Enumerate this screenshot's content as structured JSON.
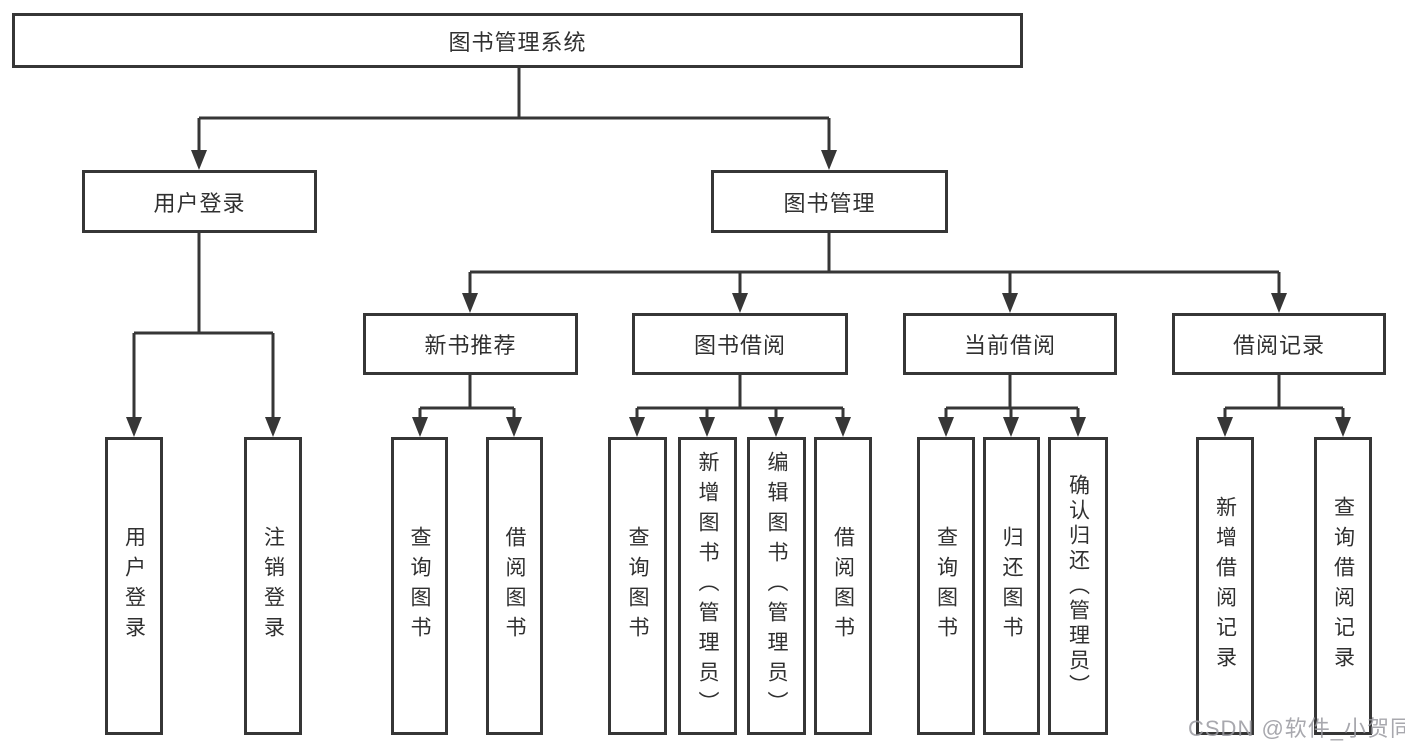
{
  "tree": {
    "root": {
      "label": "图书管理系统"
    },
    "level2": [
      {
        "label": "用户登录",
        "children": [
          {
            "label": "用户登录"
          },
          {
            "label": "注销登录"
          }
        ]
      },
      {
        "label": "图书管理",
        "children": [
          {
            "label": "新书推荐",
            "children": [
              {
                "label": "查询图书"
              },
              {
                "label": "借阅图书"
              }
            ]
          },
          {
            "label": "图书借阅",
            "children": [
              {
                "label": "查询图书"
              },
              {
                "label": "新增图书（管理员）"
              },
              {
                "label": "编辑图书（管理员）"
              },
              {
                "label": "借阅图书"
              }
            ]
          },
          {
            "label": "当前借阅",
            "children": [
              {
                "label": "查询图书"
              },
              {
                "label": "归还图书"
              },
              {
                "label": "确认归还（管理员）"
              }
            ]
          },
          {
            "label": "借阅记录",
            "children": [
              {
                "label": "新增借阅记录"
              },
              {
                "label": "查询借阅记录"
              }
            ]
          }
        ]
      }
    ]
  },
  "watermark": {
    "text": "CSDN @软件_小贺同学"
  },
  "colors": {
    "line": "#363636",
    "text": "#303030",
    "background": "#ffffff",
    "watermark": "#9a9aa0"
  }
}
